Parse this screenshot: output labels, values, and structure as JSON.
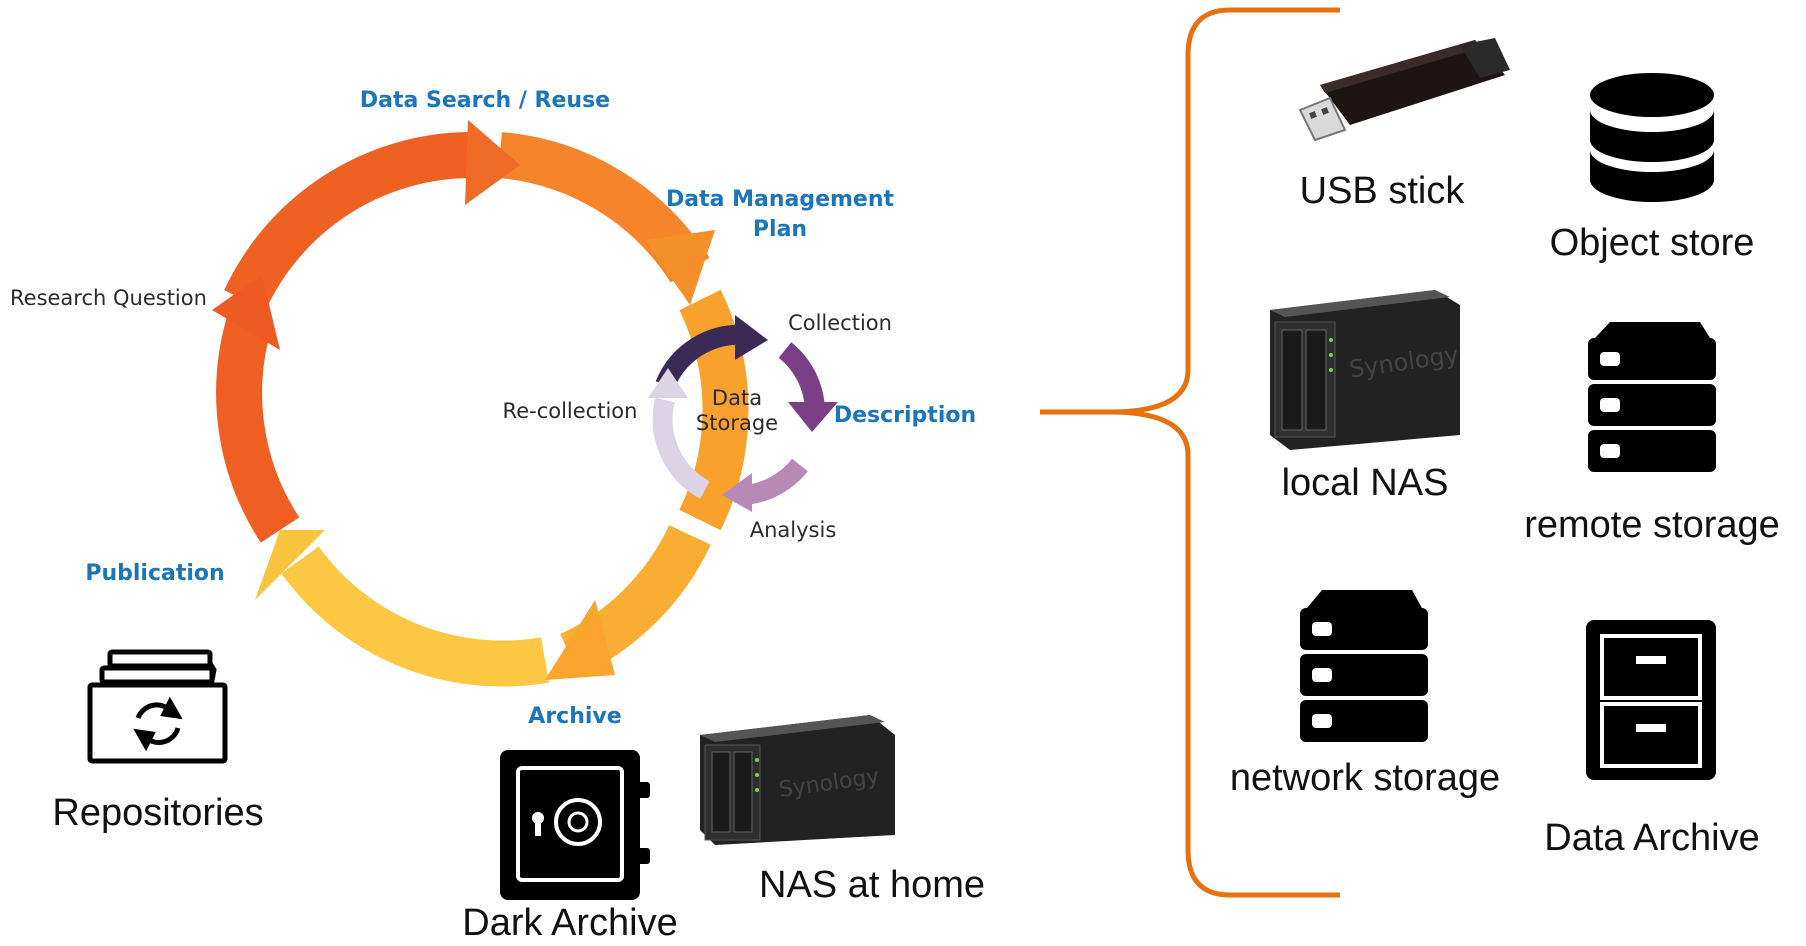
{
  "cycle": {
    "outer_labels": {
      "data_search": "Data Search / Reuse",
      "dmp_line1": "Data Management",
      "dmp_line2": "Plan",
      "research_question": "Research Question",
      "publication": "Publication",
      "archive": "Archive"
    },
    "inner_labels": {
      "collection": "Collection",
      "description": "Description",
      "analysis": "Analysis",
      "recollection": "Re-collection",
      "center_line1": "Data",
      "center_line2": "Storage"
    },
    "colors": {
      "outer_start": "#ee5a24",
      "outer_mid": "#f7941d",
      "outer_end": "#fdd14a",
      "inner_dark": "#3b2a55",
      "inner_purple": "#7b3f86",
      "inner_mauve": "#b78ab6",
      "inner_light": "#dcd4e4",
      "label_blue": "#1a75bb"
    }
  },
  "bottom_items": {
    "repositories": "Repositories",
    "dark_archive": "Dark Archive",
    "nas_home": "NAS at home",
    "nas_brand": "Synology"
  },
  "storage_options": {
    "usb": "USB stick",
    "object_store": "Object store",
    "local_nas": "local NAS",
    "remote_storage": "remote storage",
    "network_storage": "network storage",
    "data_archive": "Data Archive",
    "nas_brand": "Synology"
  },
  "brace_color": "#e8700d"
}
